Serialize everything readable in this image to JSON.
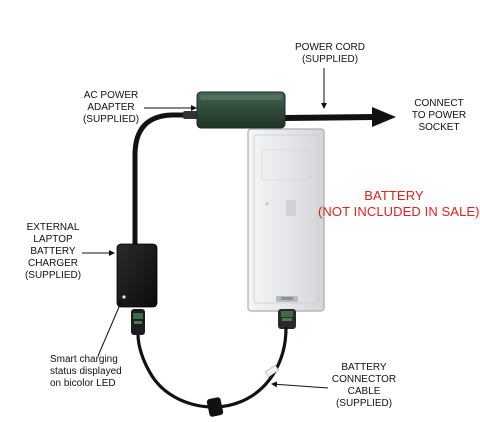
{
  "labels": {
    "power_cord": [
      "POWER CORD",
      "(SUPPLIED)"
    ],
    "connect_socket": [
      "CONNECT",
      "TO POWER",
      "SOCKET"
    ],
    "ac_adapter": [
      "AC POWER",
      "ADAPTER",
      "(SUPPLIED)"
    ],
    "battery_note": [
      "BATTERY",
      "(NOT INCLUDED IN SALE)"
    ],
    "charger": [
      "EXTERNAL",
      "LAPTOP",
      "BATTERY",
      "CHARGER",
      "(SUPPLIED)"
    ],
    "led_status": [
      "Smart charging",
      "status displayed",
      "on bicolor LED"
    ],
    "connector_cable": [
      "BATTERY",
      "CONNECTOR",
      "CABLE",
      "(SUPPLIED)"
    ]
  },
  "colors": {
    "accent_red": "#e3201b",
    "adapter_green": "#2f4a38",
    "cable": "#111111",
    "battery_body": "#e4e5e8"
  }
}
